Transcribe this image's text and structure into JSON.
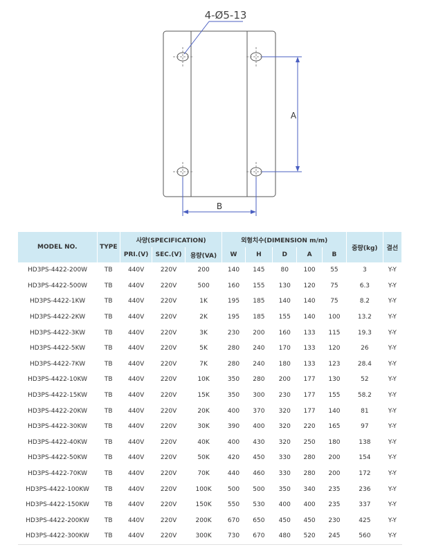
{
  "drawing": {
    "hole_label": "4-Ø5-13",
    "dim_a_label": "A",
    "dim_b_label": "B",
    "line_color": "#555555",
    "dim_color": "#4a5fc1"
  },
  "table": {
    "header_bg": "#cfe9f3",
    "headers": {
      "model": "MODEL NO.",
      "type": "TYPE",
      "spec": "사양(SPECIFICATION)",
      "dimension": "외형치수(DIMENSION m/m)",
      "weight": "중량(kg)",
      "wiring": "결선",
      "pri": "PRI.(V)",
      "sec": "SEC.(V)",
      "capacity": "용량(VA)",
      "w": "W",
      "h": "H",
      "d": "D",
      "a": "A",
      "b": "B"
    },
    "rows": [
      [
        "HD3PS-4422-200W",
        "TB",
        "440V",
        "220V",
        "200",
        "140",
        "145",
        "80",
        "100",
        "55",
        "3",
        "Y-Y"
      ],
      [
        "HD3PS-4422-500W",
        "TB",
        "440V",
        "220V",
        "500",
        "160",
        "155",
        "130",
        "120",
        "75",
        "6.3",
        "Y-Y"
      ],
      [
        "HD3PS-4422-1KW",
        "TB",
        "440V",
        "220V",
        "1K",
        "195",
        "185",
        "140",
        "140",
        "75",
        "8.2",
        "Y-Y"
      ],
      [
        "HD3PS-4422-2KW",
        "TB",
        "440V",
        "220V",
        "2K",
        "195",
        "185",
        "155",
        "140",
        "100",
        "13.2",
        "Y-Y"
      ],
      [
        "HD3PS-4422-3KW",
        "TB",
        "440V",
        "220V",
        "3K",
        "230",
        "200",
        "160",
        "133",
        "115",
        "19.3",
        "Y-Y"
      ],
      [
        "HD3PS-4422-5KW",
        "TB",
        "440V",
        "220V",
        "5K",
        "280",
        "240",
        "170",
        "133",
        "120",
        "26",
        "Y-Y"
      ],
      [
        "HD3PS-4422-7KW",
        "TB",
        "440V",
        "220V",
        "7K",
        "280",
        "240",
        "180",
        "133",
        "123",
        "28.4",
        "Y-Y"
      ],
      [
        "HD3PS-4422-10KW",
        "TB",
        "440V",
        "220V",
        "10K",
        "350",
        "280",
        "200",
        "177",
        "130",
        "52",
        "Y-Y"
      ],
      [
        "HD3PS-4422-15KW",
        "TB",
        "440V",
        "220V",
        "15K",
        "350",
        "300",
        "230",
        "177",
        "155",
        "58.2",
        "Y-Y"
      ],
      [
        "HD3PS-4422-20KW",
        "TB",
        "440V",
        "220V",
        "20K",
        "400",
        "370",
        "320",
        "177",
        "140",
        "81",
        "Y-Y"
      ],
      [
        "HD3PS-4422-30KW",
        "TB",
        "440V",
        "220V",
        "30K",
        "390",
        "400",
        "320",
        "220",
        "165",
        "97",
        "Y-Y"
      ],
      [
        "HD3PS-4422-40KW",
        "TB",
        "440V",
        "220V",
        "40K",
        "400",
        "430",
        "320",
        "250",
        "180",
        "138",
        "Y-Y"
      ],
      [
        "HD3PS-4422-50KW",
        "TB",
        "440V",
        "220V",
        "50K",
        "420",
        "450",
        "330",
        "280",
        "200",
        "154",
        "Y-Y"
      ],
      [
        "HD3PS-4422-70KW",
        "TB",
        "440V",
        "220V",
        "70K",
        "440",
        "460",
        "330",
        "280",
        "200",
        "172",
        "Y-Y"
      ],
      [
        "HD3PS-4422-100KW",
        "TB",
        "440V",
        "220V",
        "100K",
        "500",
        "500",
        "350",
        "340",
        "235",
        "236",
        "Y-Y"
      ],
      [
        "HD3PS-4422-150KW",
        "TB",
        "440V",
        "220V",
        "150K",
        "550",
        "530",
        "400",
        "400",
        "235",
        "337",
        "Y-Y"
      ],
      [
        "HD3PS-4422-200KW",
        "TB",
        "440V",
        "220V",
        "200K",
        "670",
        "650",
        "450",
        "450",
        "230",
        "425",
        "Y-Y"
      ],
      [
        "HD3PS-4422-300KW",
        "TB",
        "440V",
        "220V",
        "300K",
        "730",
        "670",
        "480",
        "520",
        "245",
        "560",
        "Y-Y"
      ]
    ]
  }
}
